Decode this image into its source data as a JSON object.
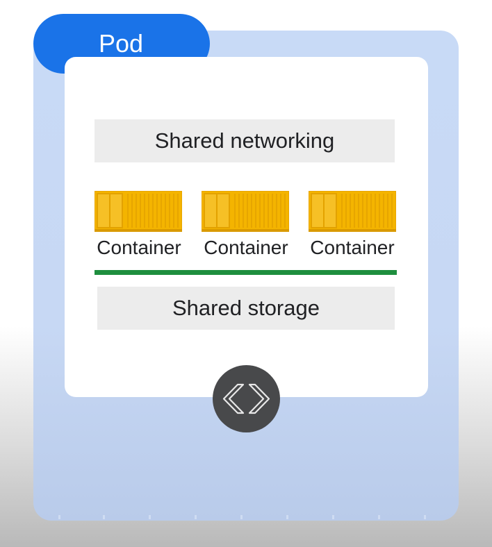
{
  "pod": {
    "label": "Pod",
    "tab_color": "#1a73e8",
    "frame_color": "#c8daf6"
  },
  "networking": {
    "label": "Shared networking"
  },
  "containers": [
    {
      "label": "Container",
      "icon": "shipping-container-icon"
    },
    {
      "label": "Container",
      "icon": "shipping-container-icon"
    },
    {
      "label": "Container",
      "icon": "shipping-container-icon"
    }
  ],
  "storage": {
    "label": "Shared storage",
    "divider_color": "#1e8e3e"
  },
  "controls": {
    "icon": "code-brackets-icon",
    "background": "#48494b"
  }
}
